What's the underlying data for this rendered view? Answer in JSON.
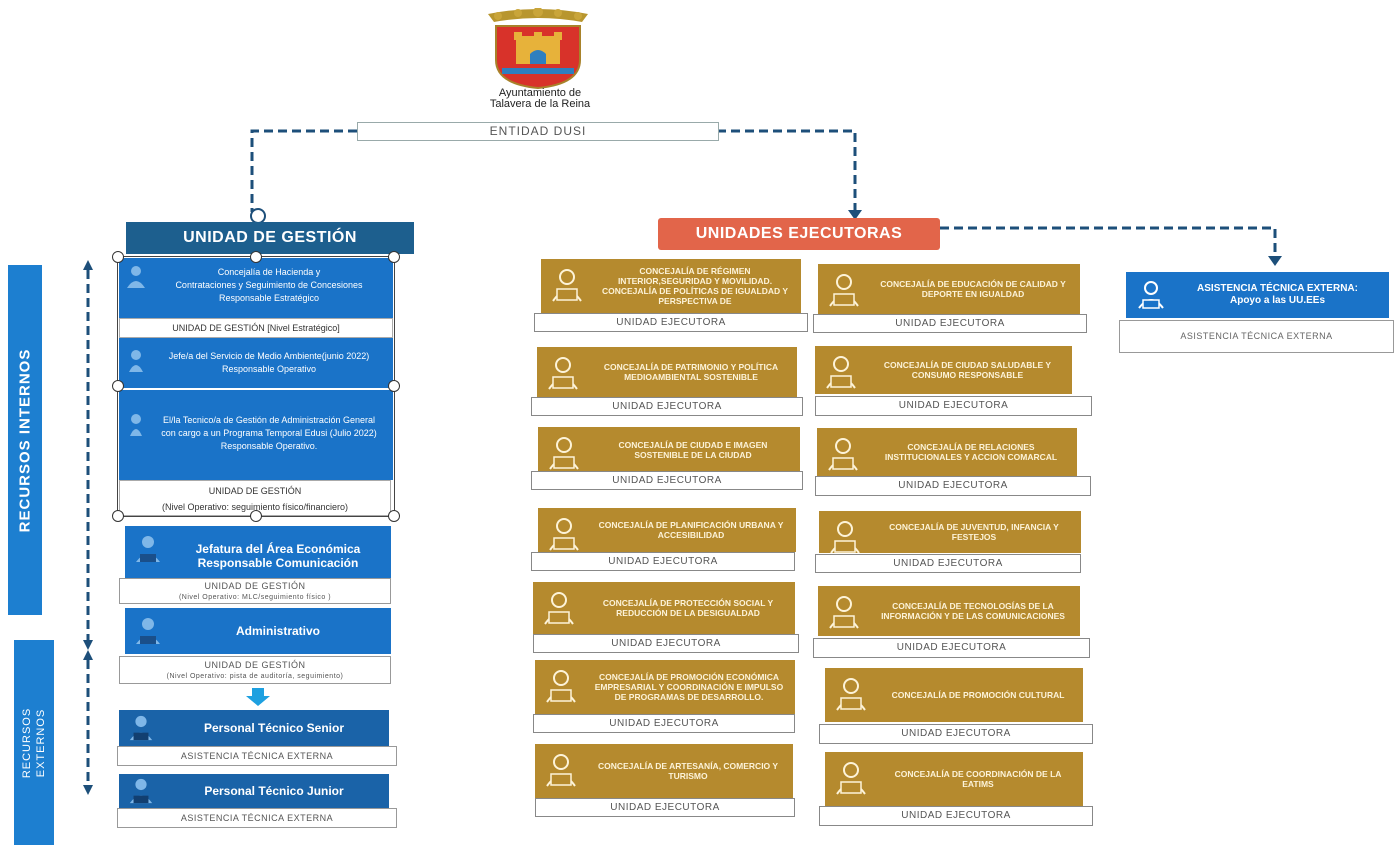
{
  "logo": {
    "line1": "Ayuntamiento de",
    "line2": "Talavera de la Reina"
  },
  "entidad": "ENTIDAD DUSI",
  "unidad_gestion": {
    "header": "UNIDAD DE GESTIÓN",
    "box1": {
      "l1": "Concejalía de Hacienda y",
      "l2": "Contrataciones y Seguimiento de Concesiones",
      "l3": "Responsable Estratégico",
      "label": "UNIDAD DE GESTIÓN [Nivel Estratégico]"
    },
    "box2": {
      "l1": "Jefe/a del Servicio de Medio Ambiente(junio 2022)",
      "l2": "Responsable Operativo"
    },
    "box3": {
      "l1": "El/la Tecnico/a de Gestión de Administración General",
      "l2": "con cargo a un Programa Temporal Edusi (Julio 2022)",
      "l3": "Responsable Operativo.",
      "label1": "UNIDAD DE GESTIÓN",
      "label2": "(Nivel Operativo: seguimiento físico/financiero)"
    },
    "box4": {
      "l1": "Jefatura del Área Económica",
      "l2": "Responsable Comunicación",
      "label1": "UNIDAD DE GESTIÓN",
      "label2": "(Nivel Operativo: MLC/seguimiento físico )"
    },
    "box5": {
      "l1": "Administrativo",
      "label1": "UNIDAD DE GESTIÓN",
      "label2": "(Nivel Operativo: pista de auditoría, seguimiento)"
    },
    "box6": {
      "l1": "Personal Técnico Senior",
      "label": "ASISTENCIA TÉCNICA EXTERNA"
    },
    "box7": {
      "l1": "Personal Técnico Junior",
      "label": "ASISTENCIA TÉCNICA EXTERNA"
    }
  },
  "side": {
    "internos": "RECURSOS INTERNOS",
    "externos_l1": "RECURSOS",
    "externos_l2": "EXTERNOS"
  },
  "unidades_ejecutoras": {
    "header": "UNIDADES EJECUTORAS",
    "label": "UNIDAD EJECUTORA",
    "items": [
      "CONCEJALÍA DE RÉGIMEN INTERIOR,SEGURIDAD Y MOVILIDAD. CONCEJALÍA DE POLÍTICAS DE IGUALDAD Y PERSPECTIVA DE",
      "CONCEJALÍA DE EDUCACIÓN DE CALIDAD Y DEPORTE EN IGUALDAD",
      "CONCEJALÍA DE PATRIMONIO Y POLÍTICA MEDIOAMBIENTAL SOSTENIBLE",
      "CONCEJALÍA DE CIUDAD SALUDABLE Y CONSUMO RESPONSABLE",
      "CONCEJALÍA DE CIUDAD E IMAGEN SOSTENIBLE DE LA CIUDAD",
      "CONCEJALÍA DE RELACIONES INSTITUCIONALES Y ACCION COMARCAL",
      "CONCEJALÍA DE PLANIFICACIÓN URBANA Y ACCESIBILIDAD",
      "CONCEJALÍA DE JUVENTUD, INFANCIA Y FESTEJOS",
      "CONCEJALÍA DE PROTECCIÓN SOCIAL Y REDUCCIÓN DE LA DESIGUALDAD",
      "CONCEJALÍA DE TECNOLOGÍAS DE LA INFORMACIÓN Y DE LAS COMUNICACIONES",
      "CONCEJALÍA DE PROMOCIÓN ECONÓMICA EMPRESARIAL Y COORDINACIÓN E IMPULSO DE PROGRAMAS DE DESARROLLO.",
      "CONCEJALÍA DE PROMOCIÓN CULTURAL",
      "CONCEJALÍA DE ARTESANÍA, COMERCIO Y TURISMO",
      "CONCEJALÍA DE COORDINACIÓN DE LA EATIMS"
    ]
  },
  "asistencia": {
    "l1": "ASISTENCIA TÉCNICA EXTERNA:",
    "l2": "Apoyo a las UU.EEs",
    "label": "ASISTENCIA TÉCNICA EXTERNA"
  },
  "colors": {
    "blue": "#1a73c8",
    "dark_blue": "#1d5f8e",
    "gold": "#b58a2e",
    "salmon": "#e2654a",
    "dash": "#1d4f7a"
  }
}
